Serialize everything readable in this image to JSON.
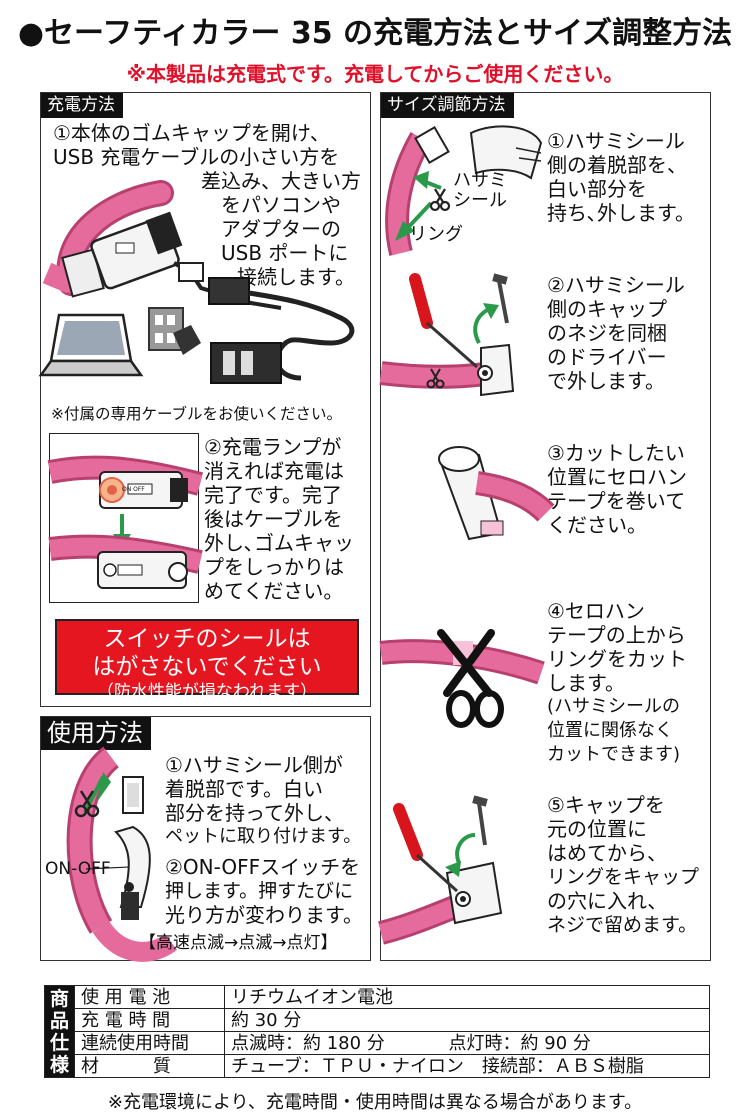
{
  "header": {
    "title": "●セーフティカラー 35 の充電方法とサイズ調整方法",
    "subtitle": "※本製品は充電式です。充電してからご使用ください。"
  },
  "charging": {
    "tab": "充電方法",
    "step1_lines": [
      "①本体のゴムキャップを開け、",
      "USB 充電ケーブルの小さい方を",
      "差込み、大きい方",
      "をパソコンや",
      "アダプターの",
      "USB ポートに",
      "接続します。"
    ],
    "cable_note": "※付属の専用ケーブルをお使いください。",
    "step2_lines": [
      "②充電ランプが",
      "消えれば充電は",
      "完了です。完了",
      "後はケーブルを",
      "外し､ゴムキャッ",
      "プをしっかりは",
      "めてください。"
    ],
    "switch_label": "ON OFF",
    "warning": {
      "line1": "スイッチのシールは",
      "line2": "はがさないでください",
      "line3": "（防水性能が損なわれます）"
    }
  },
  "usage": {
    "tab": "使用方法",
    "step1_lines": [
      "①ハサミシール側が",
      "着脱部です。白い",
      "部分を持って外し、",
      "ペットに取り付けます。"
    ],
    "onoff_label": "ON-OFF",
    "step2_lines": [
      "②ON-OFFスイッチを",
      "押します。押すたびに",
      "光り方が変わります。"
    ],
    "modes": "【高速点滅→点滅→点灯】"
  },
  "sizing": {
    "tab": "サイズ調節方法",
    "scissor_seal_lines": [
      "ハサミ",
      "シール"
    ],
    "ring_label": "リング",
    "step1_lines": [
      "①ハサミシール",
      "側の着脱部を、",
      "白い部分を",
      "持ち､外します。"
    ],
    "step2_lines": [
      "②ハサミシール",
      "側のキャップ",
      "のネジを同梱",
      "のドライバー",
      "で外します。"
    ],
    "step3_lines": [
      "③カットしたい",
      "位置にセロハン",
      "テープを巻いて",
      "ください。"
    ],
    "step4_lines": [
      "④セロハン",
      "テープの上から",
      "リングをカット",
      "します。"
    ],
    "step4_note_lines": [
      "(ハサミシールの",
      "位置に関係なく",
      "カットできます)"
    ],
    "step5_lines": [
      "⑤キャップを",
      "元の位置に",
      "はめてから、",
      "リングをキャップ",
      "の穴に入れ、",
      "ネジで留めます。"
    ]
  },
  "specs": {
    "section_label": [
      "商",
      "品",
      "仕",
      "様"
    ],
    "rows": [
      {
        "label": "使 用 電 池",
        "value": "リチウムイオン電池"
      },
      {
        "label": "充 電 時 間",
        "value": "約 30 分"
      },
      {
        "label": "連続使用時間",
        "value": "点滅時：約 180 分",
        "value2": "点灯時：約 90 分"
      },
      {
        "label": "材　　　質",
        "value": "チューブ：ＴＰＵ・ナイロン　接続部：ＡＢＳ樹脂"
      }
    ],
    "footnote": "※充電環境により、充電時間・使用時間は異なる場合があります。"
  },
  "colors": {
    "ring_pink": "#e46b9c",
    "ring_dark": "#b8406f",
    "warning_red": "#e5161f",
    "accent_green": "#2a9a4a",
    "screwdriver_red": "#d8141c"
  }
}
